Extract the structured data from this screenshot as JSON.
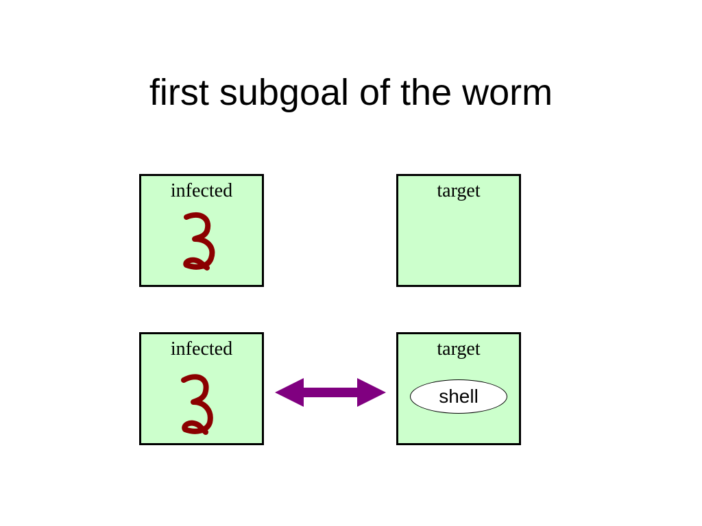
{
  "slide": {
    "title": "first subgoal of the worm"
  },
  "colors": {
    "box_fill": "#ccffcc",
    "box_border": "#000000",
    "digit_ink": "#8b0000",
    "arrow": "#800080"
  },
  "boxes": {
    "top_left": {
      "label": "infected",
      "mark": "3"
    },
    "top_right": {
      "label": "target"
    },
    "bottom_left": {
      "label": "infected",
      "mark": "3"
    },
    "bottom_right": {
      "label": "target",
      "shell_label": "shell"
    }
  },
  "connector": {
    "type": "double-headed-arrow-icon"
  }
}
